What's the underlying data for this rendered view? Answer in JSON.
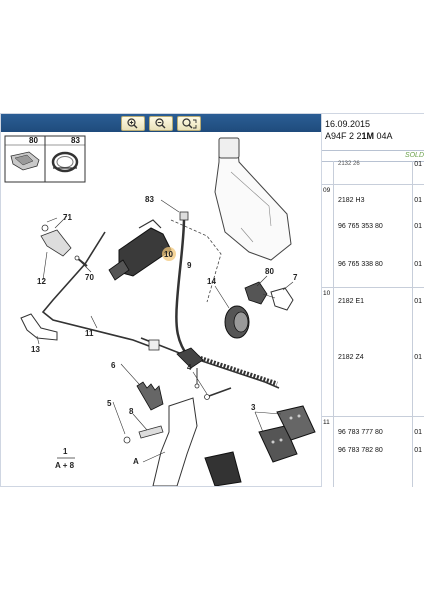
{
  "toolbar": {
    "zoom_in_icon": "zoom-in-icon",
    "zoom_out_icon": "zoom-out-icon",
    "zoom_fit_icon": "zoom-fit-icon"
  },
  "thumbnails": [
    {
      "label": "80"
    },
    {
      "label": "83"
    }
  ],
  "callouts": {
    "c83": "83",
    "c71": "71",
    "c9": "9",
    "c10": "10",
    "c12": "12",
    "c70": "70",
    "c14": "14",
    "c80": "80",
    "c7": "7",
    "c13": "13",
    "c11": "11",
    "c6": "6",
    "c4": "4",
    "c5": "5",
    "c8": "8",
    "c3": "3",
    "cA": "A",
    "c1": "1",
    "cA8": "A + 8"
  },
  "panel": {
    "date": "16.09.2015",
    "code_prefix": "A94F 2 2",
    "code_bold": "1M",
    "code_suffix": " 04A",
    "sold": "SOLD",
    "top_ref": "2132 26",
    "groups": [
      {
        "no": "09",
        "rows": [
          {
            "ref": "2182 H3",
            "qty": "01"
          },
          {
            "ref": "96 765 353 80",
            "qty": "01"
          },
          {
            "ref": "96 765 338 80",
            "qty": "01"
          }
        ]
      },
      {
        "no": "10",
        "rows": [
          {
            "ref": "2182 E1",
            "qty": "01"
          },
          {
            "ref": "2182 Z4",
            "qty": "01"
          }
        ]
      },
      {
        "no": "11",
        "rows": [
          {
            "ref": "96 783 777 80",
            "qty": "01"
          },
          {
            "ref": "96 783 782 80",
            "qty": "01"
          }
        ]
      }
    ]
  }
}
